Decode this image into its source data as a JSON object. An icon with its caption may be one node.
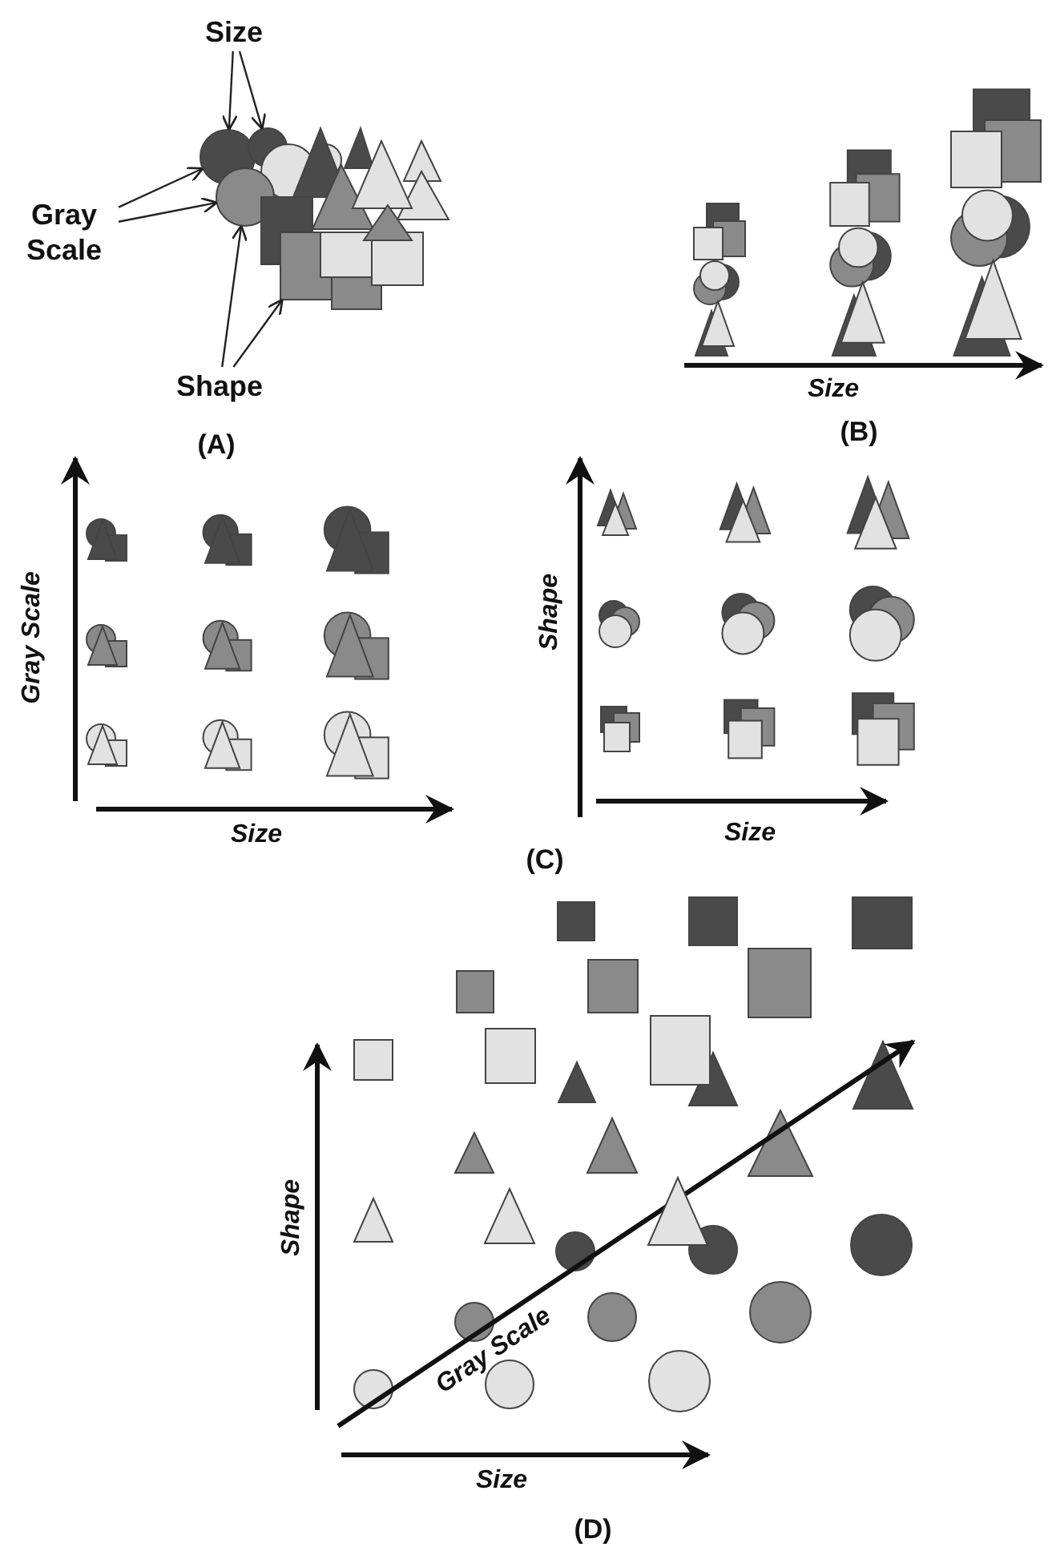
{
  "diagram": {
    "nodes": [
      {
        "text": [
          "Size"
        ]
      },
      {
        "text": [
          "Gray Scale"
        ]
      },
      {
        "text": [
          "Shape"
        ]
      },
      {
        "text": [],
        "shape": "circle"
      },
      {
        "text": [],
        "shape": "circle"
      },
      {
        "text": [],
        "shape": "circle"
      },
      {
        "text": [],
        "shape": "box"
      }
    ],
    "edges": [
      {
        "from": 0,
        "to": 3,
        "arrow": "to"
      },
      {
        "from": 0,
        "to": 4,
        "arrow": "to"
      },
      {
        "from": 1,
        "to": 3,
        "arrow": "to"
      },
      {
        "from": 1,
        "to": 5,
        "arrow": "to"
      },
      {
        "from": 2,
        "to": 5,
        "arrow": "to"
      },
      {
        "from": 2,
        "to": 6,
        "arrow": "to"
      }
    ],
    "labels": [
      "Size",
      "(A)",
      "(B)",
      "Gray Scale",
      "Shape",
      "Size",
      "Size",
      "(C)",
      "Shape",
      "Gray Scale",
      "Size",
      "(D)"
    ]
  }
}
